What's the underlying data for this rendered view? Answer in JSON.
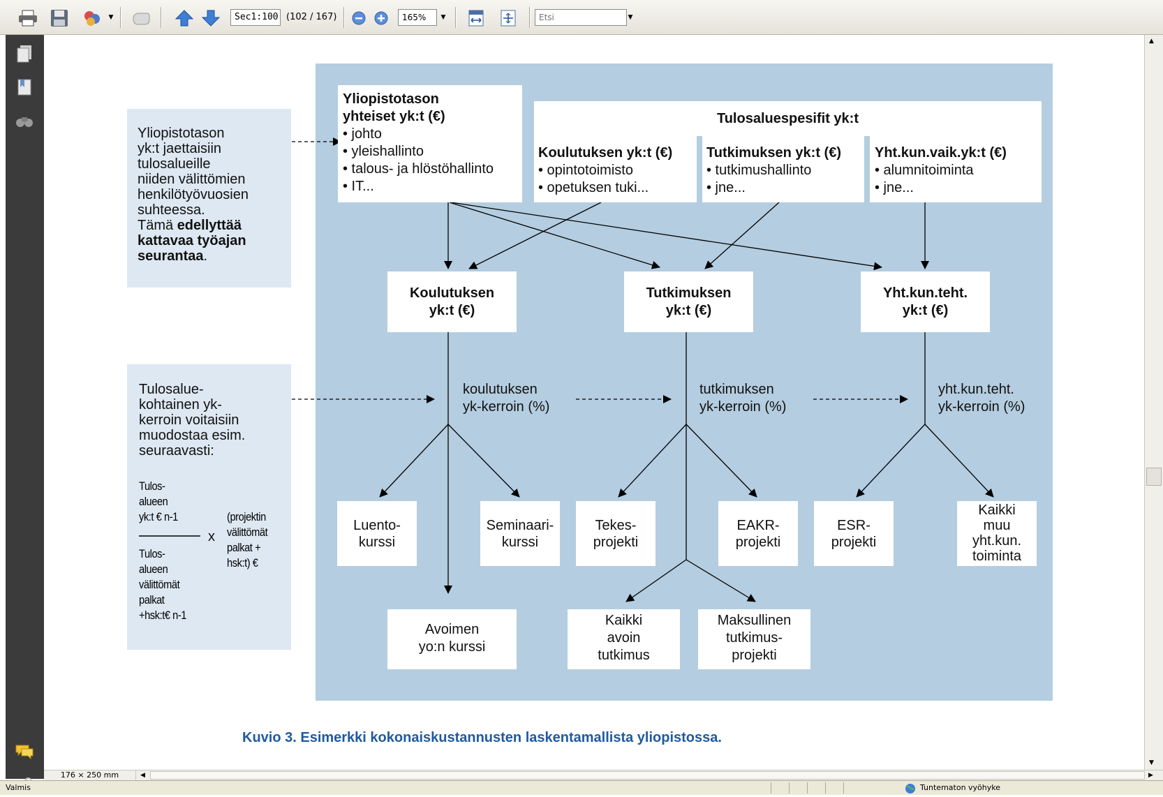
{
  "toolbar": {
    "page_label": "Sec1:100",
    "page_count": "(102 / 167)",
    "zoom": "165%",
    "search_placeholder": "Etsi",
    "icons": [
      "print-icon",
      "save-icon",
      "share-icon",
      "hand-icon",
      "prev-page-icon",
      "next-page-icon",
      "zoom-out-icon",
      "zoom-in-icon",
      "fit-width-icon",
      "fit-page-icon"
    ]
  },
  "left_pane": {
    "icons": [
      "pages-icon",
      "bookmarks-icon",
      "search-binoculars-icon",
      "comments-icon",
      "attachments-icon"
    ]
  },
  "document": {
    "page_size": "176 × 250 mm",
    "caption": "Kuvio 3. Esimerkki kokonaiskustannusten laskentamallista yliopistossa.",
    "note_top": {
      "lines": [
        "Yliopistotason",
        "yk:t jaettaisiin",
        "tulosalueille",
        "niiden välittömien",
        "henkilötyövuosien",
        "suhteessa."
      ],
      "bold_line_1_prefix": "Tämä ",
      "bold_line_1_bold": "edellyttää",
      "bold_line_2": "kattavaa työajan",
      "bold_line_3_bold": "seurantaa",
      "bold_line_3_suffix": "."
    },
    "note_bottom": {
      "lines": [
        "Tulosalue-",
        "kohtainen yk-",
        "kerroin voitaisiin",
        "muodostaa esim.",
        "seuraavasti:"
      ],
      "numerator": [
        "Tulos-",
        "alueen",
        "yk:t € n-1"
      ],
      "denominator": [
        "Tulos-",
        "alueen",
        "välittömät",
        "palkat",
        "+hsk:t€ n-1"
      ],
      "times": "x",
      "multiplier": [
        "(projektin",
        "välittömät",
        "palkat +",
        "hsk:t) €"
      ]
    },
    "univ_box": {
      "title": [
        "Yliopistotason",
        "yhteiset yk:t (€)"
      ],
      "items": [
        "• johto",
        "• yleishallinto",
        "• talous- ja hlöstöhallinto",
        "• IT..."
      ]
    },
    "specific_header": "Tulosaluespesifit yk:t",
    "specific_boxes": [
      {
        "title": "Koulutuksen yk:t (€)",
        "items": [
          "• opintotoimisto",
          "• opetuksen  tuki..."
        ]
      },
      {
        "title": "Tutkimuksen yk:t (€)",
        "items": [
          "• tutkimushallinto",
          "• jne..."
        ]
      },
      {
        "title": "Yht.kun.vaik.yk:t (€)",
        "items": [
          "• alumnitoiminta",
          "• jne..."
        ]
      }
    ],
    "area_boxes": [
      {
        "line1": "Koulutuksen",
        "line2": "yk:t (€)"
      },
      {
        "line1": "Tutkimuksen",
        "line2": "yk:t (€)"
      },
      {
        "line1": "Yht.kun.teht.",
        "line2": "yk:t (€)"
      }
    ],
    "coefficients": [
      {
        "line1": "koulutuksen",
        "line2": "yk-kerroin (%)"
      },
      {
        "line1": "tutkimuksen",
        "line2": "yk-kerroin (%)"
      },
      {
        "line1": "yht.kun.teht.",
        "line2": "yk-kerroin (%)"
      }
    ],
    "leaves": {
      "luento": [
        "Luento-",
        "kurssi"
      ],
      "seminaari": [
        "Seminaari-",
        "kurssi"
      ],
      "tekes": [
        "Tekes-",
        "projekti"
      ],
      "eakr": [
        "EAKR-",
        "projekti"
      ],
      "esr": [
        "ESR-",
        "projekti"
      ],
      "kaikki_muu": [
        "Kaikki",
        "muu",
        "yht.kun.",
        "toiminta"
      ],
      "avoimen": [
        "Avoimen",
        "yo:n kurssi"
      ],
      "kaikki_avoin": [
        "Kaikki",
        "avoin",
        "tutkimus"
      ],
      "maksullinen": [
        "Maksullinen",
        "tutkimus-",
        "projekti"
      ]
    }
  },
  "statusbar": {
    "status": "Valmis",
    "zone": "Tuntematon vyöhyke"
  },
  "colors": {
    "panel": "#b4cde0",
    "note": "#dde8f2",
    "caption": "#1f5aa0",
    "left_pane": "#3b3b3b"
  }
}
